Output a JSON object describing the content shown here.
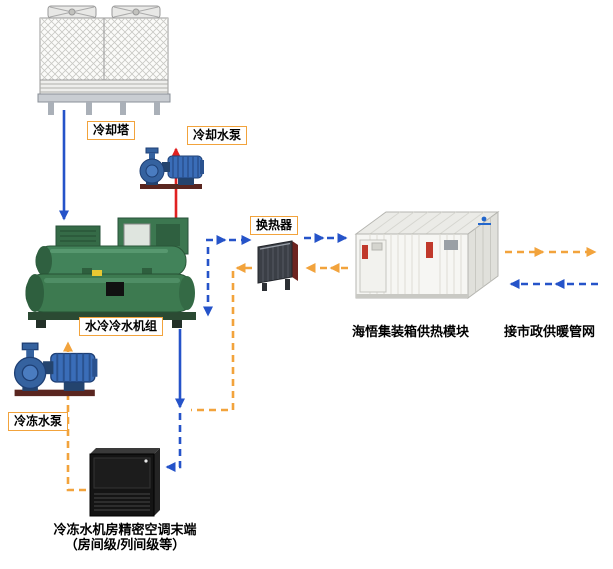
{
  "colors": {
    "supply_line": "#2553c9",
    "hot_line": "#e02121",
    "return_line": "#f2a33c",
    "label_border": "#f2a33c",
    "chiller_green": "#3d7a50",
    "pump_blue": "#35629f",
    "ac_black": "#141414",
    "container_shell": "#f6f6f3"
  },
  "equipment": {
    "cooling_tower": {
      "label": "冷却塔"
    },
    "cooling_pump": {
      "label": "冷却水泵"
    },
    "chiller": {
      "label": "水冷冷水机组"
    },
    "chilled_pump": {
      "label": "冷冻水泵"
    },
    "heat_exchanger": {
      "label": "换热器"
    },
    "container_module": {
      "label": "海悟集装箱供热模块"
    },
    "municipal_network": {
      "label": "接市政供暖管网"
    },
    "ac_terminal": {
      "label_line1": "冷冻水机房精密空调末端",
      "label_line2": "（房间级/列间级等）"
    }
  }
}
